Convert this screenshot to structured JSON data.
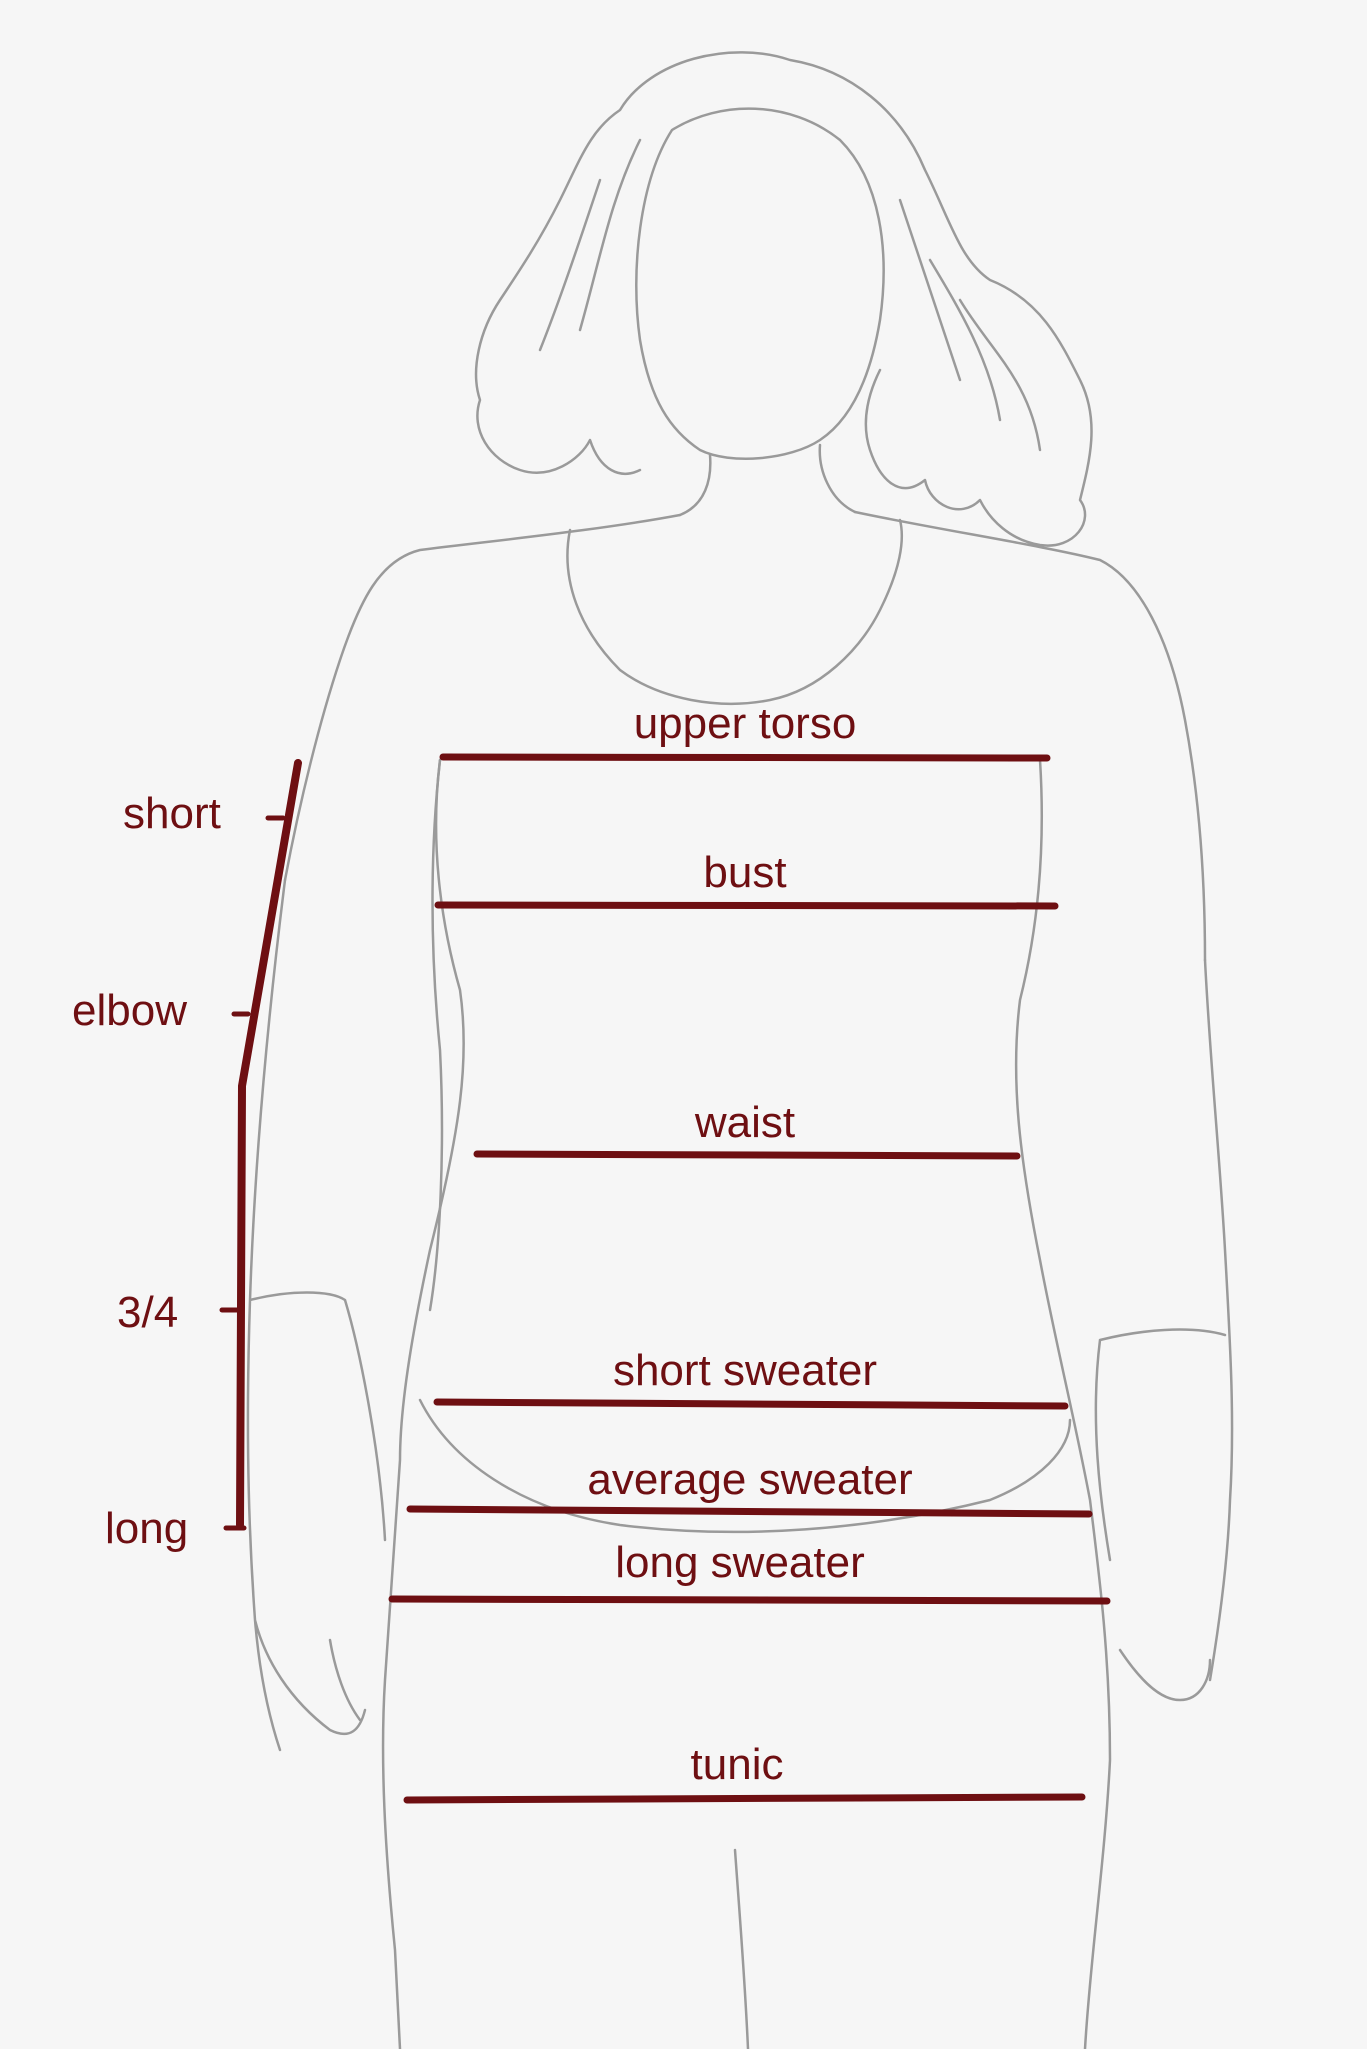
{
  "colors": {
    "background": "#f6f6f6",
    "outline": "#9a9a9a",
    "accent": "#6e0f12"
  },
  "illustration": {
    "subject": "woman-silhouette-outline"
  },
  "body_lengths": {
    "upper_torso": "upper torso",
    "bust": "bust",
    "waist": "waist",
    "short_sweater": "short sweater",
    "average_sweater": "average sweater",
    "long_sweater": "long sweater",
    "tunic": "tunic"
  },
  "sleeve_lengths": {
    "short": "short",
    "elbow": "elbow",
    "three_quarter": "3/4",
    "long": "long"
  }
}
